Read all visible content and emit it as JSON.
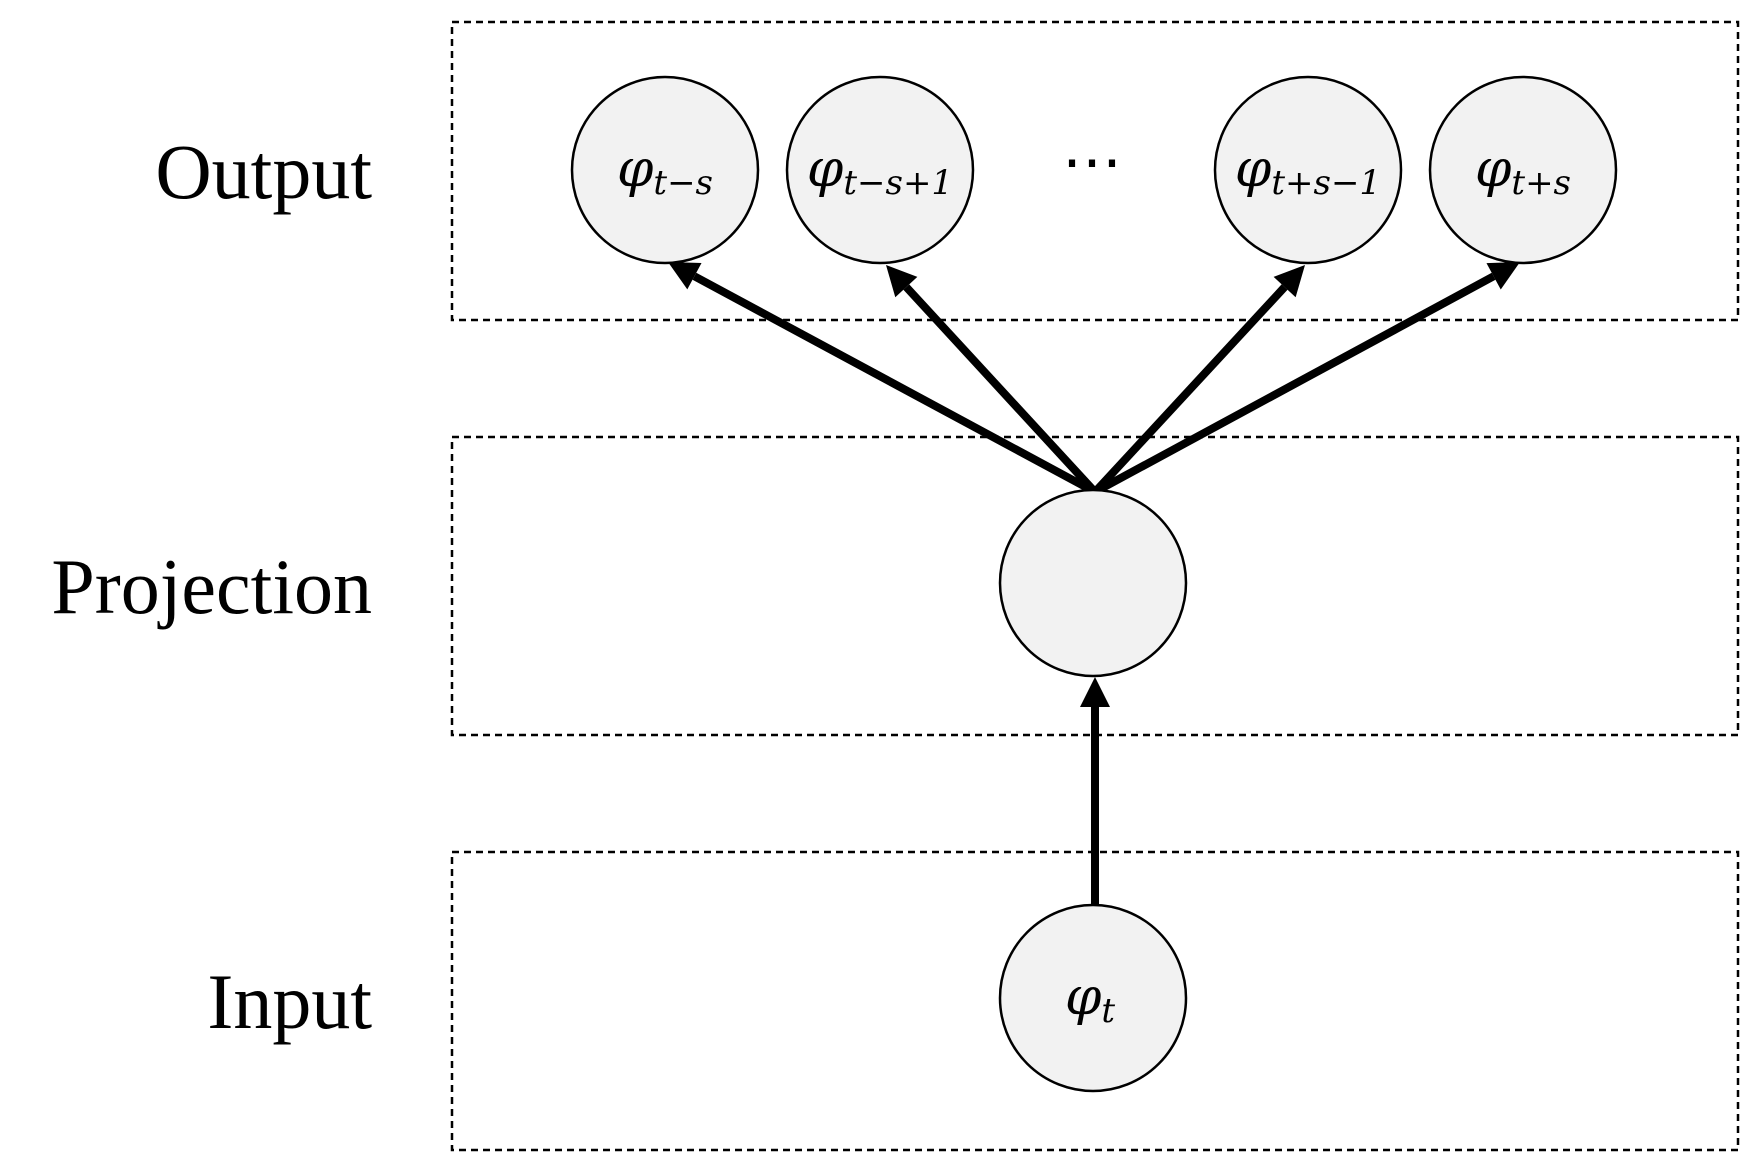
{
  "layers": [
    {
      "id": "output",
      "label": "Output"
    },
    {
      "id": "projection",
      "label": "Projection"
    },
    {
      "id": "input",
      "label": "Input"
    }
  ],
  "output_nodes": [
    {
      "base": "φ",
      "sub": "t−s"
    },
    {
      "base": "φ",
      "sub": "t−s+1"
    },
    {
      "base": "φ",
      "sub": "t+s−1"
    },
    {
      "base": "φ",
      "sub": "t+s"
    }
  ],
  "ellipsis": "⋯",
  "projection_node": {
    "base": "",
    "sub": ""
  },
  "input_node": {
    "base": "φ",
    "sub": "t"
  },
  "colors": {
    "node_fill": "#f2f2f2",
    "stroke": "#000000",
    "box_border": "#000000",
    "background": "#ffffff"
  }
}
